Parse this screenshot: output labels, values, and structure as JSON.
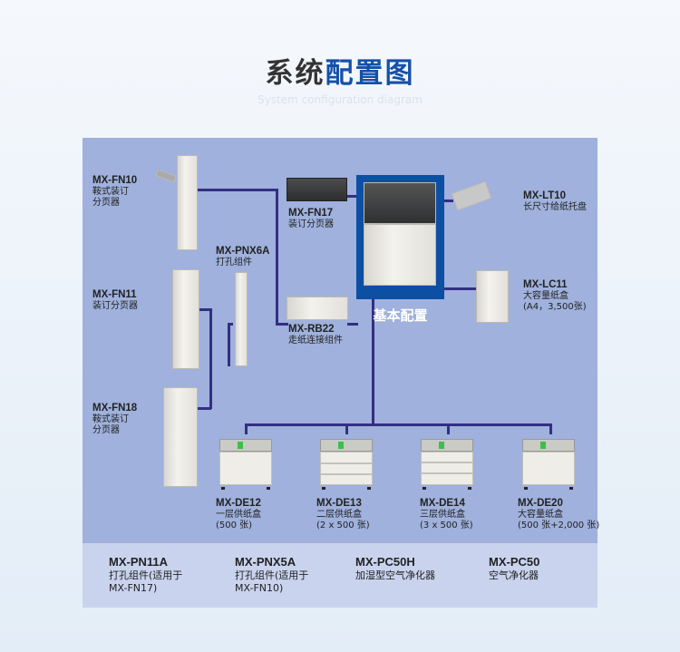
{
  "header": {
    "title_plain": "系统",
    "title_highlight": "配置图",
    "subtitle": "System configuration diagram"
  },
  "base": {
    "label": "基本配置"
  },
  "options": {
    "fn10": {
      "model": "MX-FN10",
      "desc1": "鞍式装订",
      "desc2": "分页器"
    },
    "fn11": {
      "model": "MX-FN11",
      "desc1": "装订分页器"
    },
    "fn18": {
      "model": "MX-FN18",
      "desc1": "鞍式装订",
      "desc2": "分页器"
    },
    "pnx6a": {
      "model": "MX-PNX6A",
      "desc1": "打孔组件"
    },
    "fn17": {
      "model": "MX-FN17",
      "desc1": "装订分页器"
    },
    "rb22": {
      "model": "MX-RB22",
      "desc1": "走纸连接组件"
    },
    "lt10": {
      "model": "MX-LT10",
      "desc1": "长尺寸给纸托盘"
    },
    "lc11": {
      "model": "MX-LC11",
      "desc1": "大容量纸盒",
      "desc2": "(A4，3,500张)"
    },
    "de12": {
      "model": "MX-DE12",
      "desc1": "一层供纸盒",
      "desc2": "(500 张)"
    },
    "de13": {
      "model": "MX-DE13",
      "desc1": "二层供纸盒",
      "desc2": "(2 x 500 张)"
    },
    "de14": {
      "model": "MX-DE14",
      "desc1": "三层供纸盒",
      "desc2": "(3 x 500 张)"
    },
    "de20": {
      "model": "MX-DE20",
      "desc1": "大容量纸盒",
      "desc2": "(500 张+2,000 张)"
    }
  },
  "bottom": [
    {
      "model": "MX-PN11A",
      "desc1": "打孔组件(适用于",
      "desc2": "MX-FN17)"
    },
    {
      "model": "MX-PNX5A",
      "desc1": "打孔组件(适用于",
      "desc2": "MX-FN10)"
    },
    {
      "model": "MX-PC50H",
      "desc1": "加湿型空气净化器"
    },
    {
      "model": "MX-PC50",
      "desc1": "空气净化器"
    }
  ],
  "colors": {
    "accent": "#0d4fa3",
    "line": "#332f82",
    "panel": "#9fb1dc"
  }
}
